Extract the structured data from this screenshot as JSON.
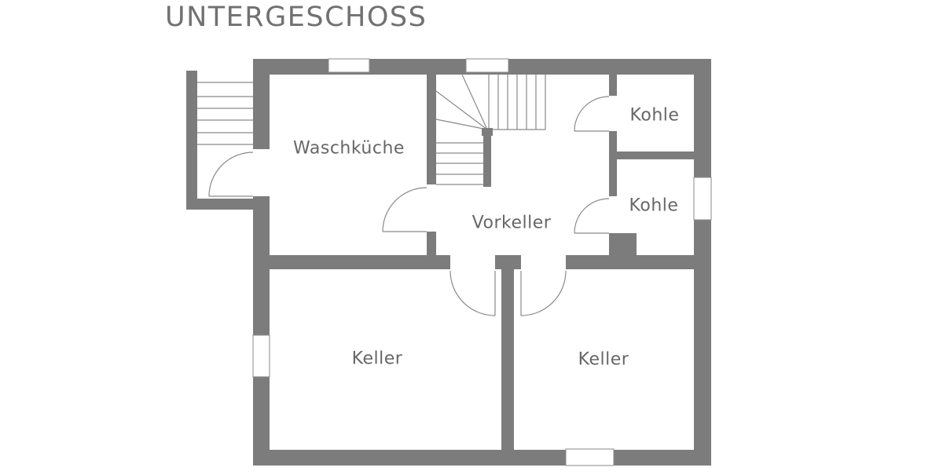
{
  "title": "UNTERGESCHOSS",
  "colors": {
    "wall": "#7c7c7c",
    "thin_line": "#8a8a8a",
    "label_text": "#676767",
    "title_text": "#717171",
    "background": "#ffffff"
  },
  "rooms": [
    {
      "name": "waschkueche",
      "label": "Waschküche"
    },
    {
      "name": "vorkeller",
      "label": "Vorkeller"
    },
    {
      "name": "kohle-top",
      "label": "Kohle"
    },
    {
      "name": "kohle-bottom",
      "label": "Kohle"
    },
    {
      "name": "keller-left",
      "label": "Keller"
    },
    {
      "name": "keller-right",
      "label": "Keller"
    }
  ]
}
